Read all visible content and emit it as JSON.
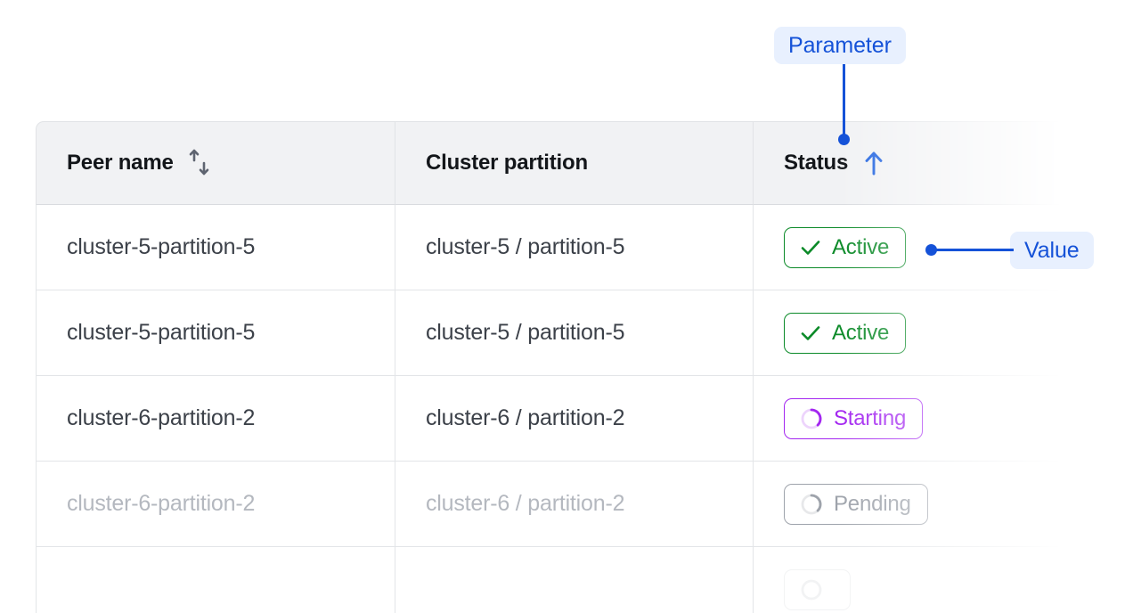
{
  "table": {
    "columns": [
      {
        "label": "Peer name",
        "sort_icon": "sort-updown-icon",
        "sorted": false
      },
      {
        "label": "Cluster partition",
        "sort_icon": null,
        "sorted": false
      },
      {
        "label": "Status",
        "sort_icon": "arrow-up-icon",
        "sorted": true
      }
    ],
    "rows": [
      {
        "peer_name": "cluster-5-partition-5",
        "cluster_partition": "cluster-5 / partition-5",
        "status": "Active",
        "status_kind": "active",
        "status_icon": "check-icon",
        "dim": false
      },
      {
        "peer_name": "cluster-5-partition-5",
        "cluster_partition": "cluster-5 / partition-5",
        "status": "Active",
        "status_kind": "active",
        "status_icon": "check-icon",
        "dim": false
      },
      {
        "peer_name": "cluster-6-partition-2",
        "cluster_partition": "cluster-6 / partition-2",
        "status": "Starting",
        "status_kind": "starting",
        "status_icon": "spinner-icon",
        "dim": false
      },
      {
        "peer_name": "cluster-6-partition-2",
        "cluster_partition": "cluster-6 / partition-2",
        "status": "Pending",
        "status_kind": "pending",
        "status_icon": "spinner-icon",
        "dim": true
      },
      {
        "peer_name": "",
        "cluster_partition": "",
        "status": "",
        "status_kind": "ghost",
        "status_icon": "spinner-icon",
        "dim": true
      }
    ]
  },
  "annotations": {
    "parameter": {
      "label": "Parameter",
      "points_to": "status-column-header"
    },
    "value": {
      "label": "Value",
      "points_to": "status-badge-row-1"
    }
  },
  "colors": {
    "accent_blue": "#1552d8",
    "annotation_pill_bg": "#e8f0fe",
    "status_active": "#0b8a28",
    "status_starting": "#a326f0",
    "status_pending": "#9ea3ab",
    "header_bg": "#f1f2f4",
    "border": "#e3e5e8",
    "text_primary": "#13161a",
    "text_body": "#3c4149",
    "text_dim": "#b4b8bf"
  }
}
